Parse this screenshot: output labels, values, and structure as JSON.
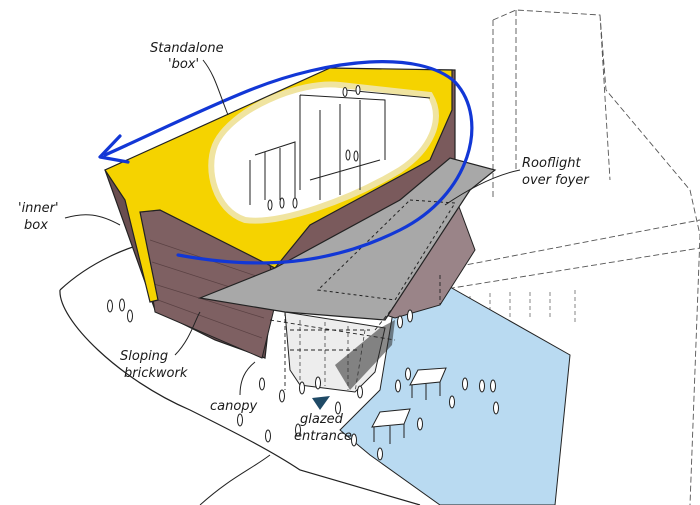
{
  "annotations": {
    "standalone_box_1": "Standalone",
    "standalone_box_2": "'box'",
    "inner_box_1": "'inner'",
    "inner_box_2": "box",
    "rooflight_1": "Rooflight",
    "rooflight_2": "over foyer",
    "sloping_1": "Sloping",
    "sloping_2": "brickwork",
    "canopy": "canopy",
    "glazed_1": "glazed",
    "glazed_2": "entrance"
  },
  "colors": {
    "brick": "#7a5a5c",
    "brick_dark": "#5e4446",
    "yellow": "#f5d300",
    "canopy_grey": "#a8a8a8",
    "plaza_blue": "#b9daf1",
    "arrow_blue": "#1237d6",
    "entrance_marker": "#1f4a66"
  }
}
